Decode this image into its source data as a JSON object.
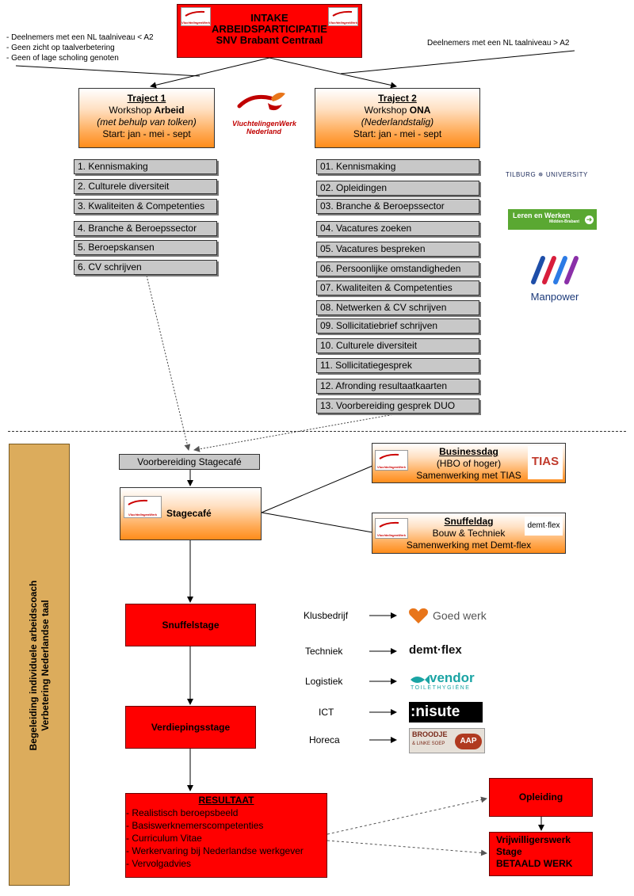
{
  "intake": {
    "lines": [
      "INTAKE",
      "ARBEIDSPARTICIPATIE",
      "SNV Brabant Centraal"
    ]
  },
  "notes": {
    "left": [
      "- Deelnemers met een NL taalniveau < A2",
      "- Geen zicht op taalverbetering",
      "- Geen of lage scholing genoten"
    ],
    "right": "Deelnemers met een NL taalniveau > A2"
  },
  "traject1": {
    "title": "Traject 1",
    "workshop_prefix": "Workshop ",
    "workshop_bold": "Arbeid",
    "subtitle": "(met behulp van tolken)",
    "start": "Start: jan - mei - sept",
    "items": [
      "1. Kennismaking",
      "2. Culturele diversiteit",
      "3. Kwaliteiten & Competenties",
      "4. Branche & Beroepssector",
      "5. Beroepskansen",
      "6. CV schrijven"
    ]
  },
  "traject2": {
    "title": "Traject 2",
    "workshop_prefix": "Workshop ",
    "workshop_bold": "ONA",
    "subtitle": "(Nederlandstalig)",
    "start": "Start: jan - mei - sept",
    "items": [
      "01. Kennismaking",
      "02. Opleidingen",
      "03. Branche & Beroepssector",
      "04. Vacatures zoeken",
      "05. Vacatures bespreken",
      "06. Persoonlijke omstandigheden",
      "07. Kwaliteiten & Competenties",
      "08. Netwerken & CV schrijven",
      "09. Sollicitatiebrief schrijven",
      "10. Culturele diversiteit",
      "11. Sollicitatiegesprek",
      "12. Afronding resultaatkaarten",
      "13. Voorbereiding gesprek DUO"
    ]
  },
  "logos": {
    "vluchtelingenwerk": [
      "VluchtelingenWerk",
      "Nederland"
    ],
    "vw_small": "VluchtelingenWerk",
    "tilburg": "TILBURG ✵ UNIVERSITY",
    "leren": [
      "Leren en Werken",
      "Midden-Brabant"
    ],
    "manpower": "Manpower",
    "tias": "TIAS",
    "demtflex": "demt·flex",
    "goedwerk": "Goed werk",
    "vendor": [
      "vendor",
      "TOILETHYGIËNE"
    ],
    "nisute": ":nisute",
    "broodje": [
      "BROODJE",
      "& LINKE SOEP",
      "AAP"
    ]
  },
  "sidebar": {
    "lines": [
      "Begeleiding individuele arbeidscoach",
      "Verbetering Nederlandse taal"
    ]
  },
  "voorbereiding": "Voorbereiding Stagecafé",
  "stagecafe": "Stagecafé",
  "businessdag": {
    "title": "Businessdag",
    "line2": "(HBO of hoger)",
    "line3": "Samenwerking met TIAS"
  },
  "snuffeldag": {
    "title": "Snuffeldag",
    "line2": "Bouw & Techniek",
    "line3": "Samenwerking met Demt-flex"
  },
  "snuffelstage": "Snuffelstage",
  "verdiepingsstage": "Verdiepingsstage",
  "sectors": [
    "Klusbedrijf",
    "Techniek",
    "Logistiek",
    "ICT",
    "Horeca"
  ],
  "resultaat": {
    "title": "RESULTAAT",
    "items": [
      "- Realistisch beroepsbeeld",
      "- Basiswerknemerscompetenties",
      "- Curriculum Vitae",
      "- Werkervaring bij Nederlandse werkgever",
      "- Vervolgadvies"
    ]
  },
  "opleiding": "Opleiding",
  "final": [
    "Vrijwilligerswerk",
    "Stage",
    "BETAALD WERK"
  ],
  "colors": {
    "red": "#ff0000",
    "orange": "#ff8c1a",
    "grey": "#c8c8c8",
    "sidebar": "#dcac5c",
    "brand": "#c00000"
  }
}
